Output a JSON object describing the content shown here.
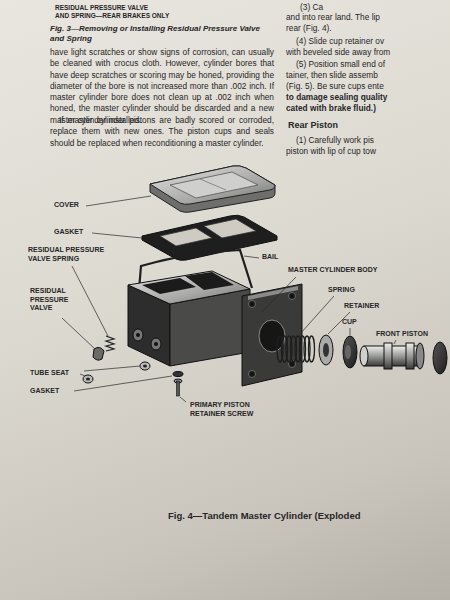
{
  "diagram": {
    "caption": "Fig. 4—Tandem Master Cylinder (Exploded",
    "labels": [
      "RESIDUAL PRESSURE VALVE",
      "AND SPRING—REAR BRAKES ONLY",
      "Fig. 3—Removing or Installing Residual Pressure Valve and Spring",
      "have light scratches or show signs of corrosion, can usually be cleaned with crocus cloth. However, cylinder bores that have deep scratches or scoring may be honed, providing the diameter of the bore is not increased more than .002 inch. If master cylinder bore does not clean up at .002 inch when honed, the master cylinder should be discarded and a new master cylinder installed.",
      "If master cylinder pistons are badly scored or corroded, replace them with new ones. The piston cups and seals should be replaced when reconditioning a master cylinder.",
      "(3) Ca",
      "and into rear land. The lip",
      "rear (Fig. 4).",
      "(4) Slide cup retainer ov",
      "with beveled side away from",
      "(5) Position small end of",
      "tainer, then slide assemb",
      "(Fig. 5). Be sure cups ente",
      "to damage sealing quality",
      "cated with brake fluid.)",
      "Rear Piston",
      "(1) Carefully work pis",
      "piston with lip of cup tow",
      "COVER",
      "GASKET",
      "RESIDUAL PRESSURE VALVE SPRING",
      "BAIL",
      "MASTER CYLINDER BODY",
      "SPRING",
      "RETAINER",
      "RESIDUAL PRESSURE VALVE",
      "CUP",
      "FRONT PISTON",
      "TUBE SEAT",
      "GASKET",
      "PRIMARY PISTON RETAINER SCREW"
    ]
  }
}
